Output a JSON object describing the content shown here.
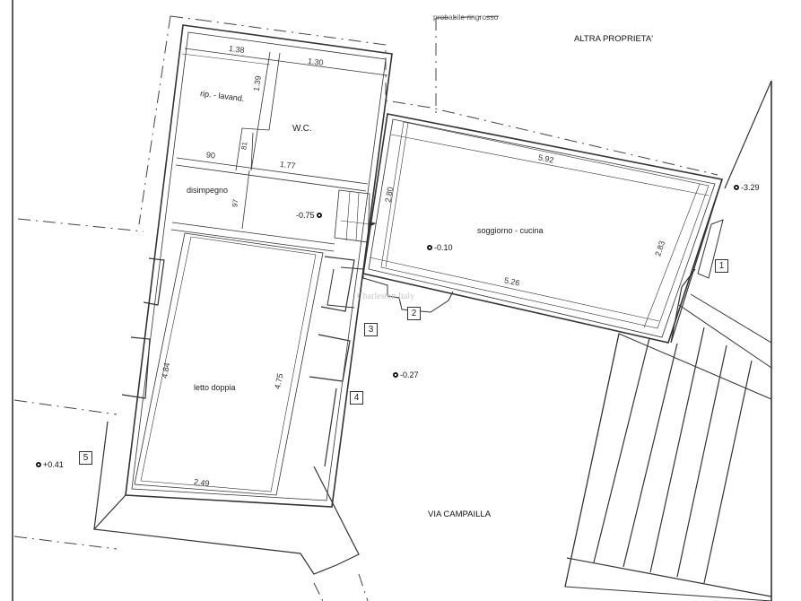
{
  "plan": {
    "labels": {
      "other_property": "ALTRA PROPRIETA'",
      "thickening_note": "probabile ringrosso",
      "street": "VIA CAMPAILLA"
    },
    "rooms": [
      {
        "id": "ripostiglio",
        "label": "rip. - lavand."
      },
      {
        "id": "wc",
        "label": "W.C."
      },
      {
        "id": "disimpegno",
        "label": "disimpegno"
      },
      {
        "id": "living",
        "label": "soggiorno - cucina"
      },
      {
        "id": "bedroom",
        "label": "letto doppia"
      }
    ],
    "dimensions": {
      "rip_top": "1.38",
      "wc_top": "1.30",
      "rip_height": "1.39",
      "rip_bottom": "90",
      "step_small": "81",
      "wc_bottom": "1.77",
      "disimpegno_depth": "97",
      "living_top": "5.92",
      "living_left": "2.80",
      "living_right": "2.83",
      "living_bottom": "5.26",
      "bed_left": "4.84",
      "bed_right": "4.75",
      "bed_bottom": "2.49"
    },
    "elevations": [
      {
        "id": "disimpegno",
        "value": "-0.75"
      },
      {
        "id": "living",
        "value": "-0.10"
      },
      {
        "id": "courtyard",
        "value": "-0.27"
      },
      {
        "id": "west",
        "value": "+0.41"
      },
      {
        "id": "east",
        "value": "-3.29"
      }
    ],
    "markers": [
      "1",
      "2",
      "3",
      "4",
      "5"
    ],
    "watermark": "Charleston Italy"
  }
}
